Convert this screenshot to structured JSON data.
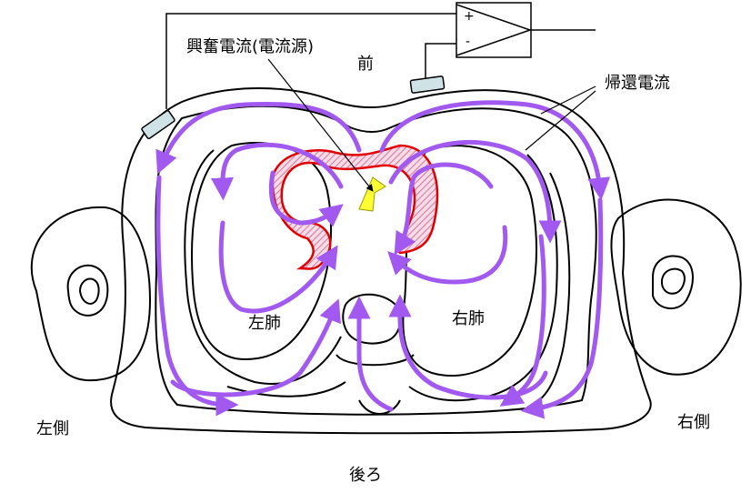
{
  "labels": {
    "excitation_current": "興奮電流(電流源)",
    "front": "前",
    "return_current": "帰還電流",
    "left_lung": "左肺",
    "right_lung": "右肺",
    "left_side": "左側",
    "right_side": "右側",
    "back": "後ろ",
    "amp_plus": "+",
    "amp_minus": "-"
  },
  "colors": {
    "current_arrows": "#a259f0",
    "heart": "#e00000",
    "heart_hatch": "#e8b0c8",
    "electrode": "#cfe3e6",
    "source_arrow": "#ffff33"
  }
}
